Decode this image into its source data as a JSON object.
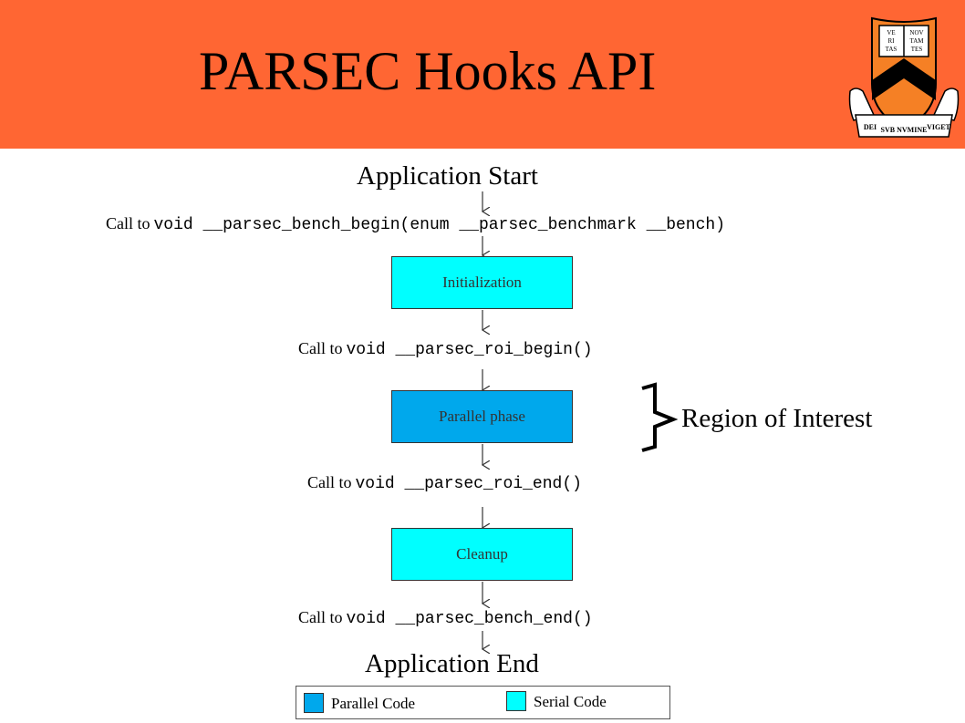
{
  "header": {
    "title": "PARSEC Hooks API",
    "shield_text": [
      "VE",
      "RI",
      "TAS",
      "NOV",
      "TAM",
      "TES",
      "DEI",
      "SVB NVMINE",
      "VIGET"
    ]
  },
  "flow": {
    "start_label": "Application Start",
    "end_label": "Application End",
    "calls": [
      {
        "prefix": "Call to",
        "code": "void __parsec_bench_begin(enum __parsec_benchmark __bench)"
      },
      {
        "prefix": "Call to",
        "code": "void __parsec_roi_begin()"
      },
      {
        "prefix": "Call to",
        "code": "void __parsec_roi_end()"
      },
      {
        "prefix": "Call to",
        "code": "void __parsec_bench_end()"
      }
    ],
    "boxes": [
      {
        "label": "Initialization",
        "kind": "serial"
      },
      {
        "label": "Parallel phase",
        "kind": "parallel"
      },
      {
        "label": "Cleanup",
        "kind": "serial"
      }
    ],
    "roi_label": "Region of Interest"
  },
  "legend": {
    "parallel_label": "Parallel Code",
    "serial_label": "Serial Code"
  },
  "colors": {
    "header_bg": "#ff6633",
    "parallel": "#00a8ec",
    "serial": "#00ffff",
    "shield_orange": "#f58025",
    "shield_black": "#000000"
  }
}
